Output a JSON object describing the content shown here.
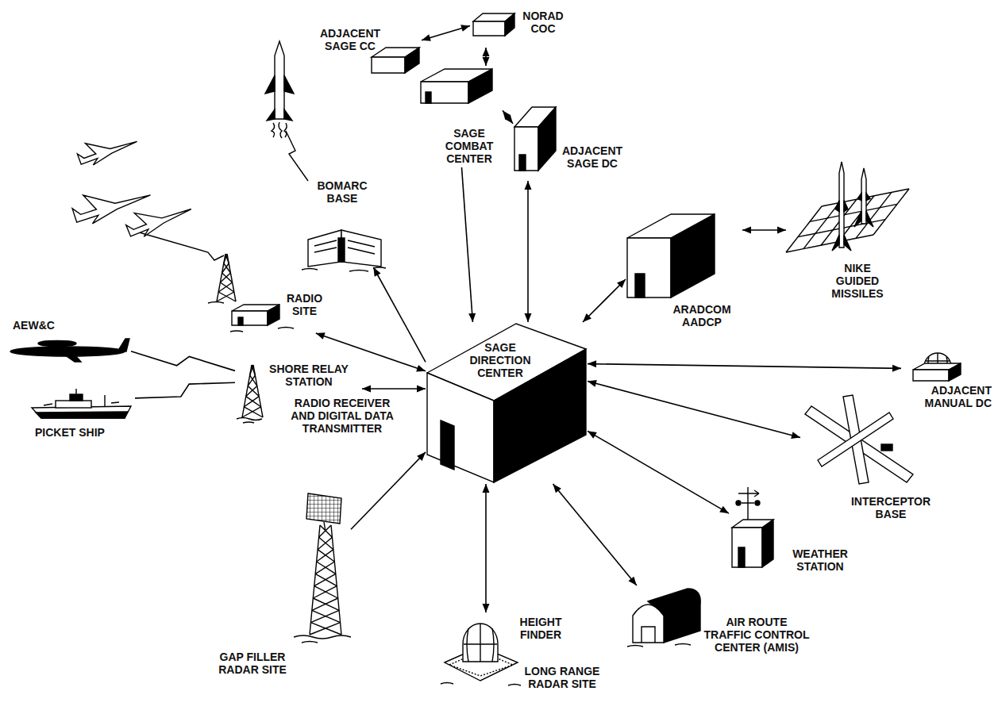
{
  "diagram": {
    "nodes": [
      {
        "text": [
          "NORAD COC"
        ]
      },
      {
        "text": [
          "ADJACENT SAGE CC"
        ]
      },
      {
        "text": [
          "SAGE COMBAT CENTER"
        ]
      },
      {
        "text": [
          "ADJACENT SAGE DC"
        ]
      },
      {
        "text": [
          "BOMARC BASE"
        ]
      },
      {
        "text": [
          "RADIO SITE"
        ]
      },
      {
        "text": [
          "ARADCOM AADCP"
        ]
      },
      {
        "text": [
          "NIKE GUIDED MISSILES"
        ]
      },
      {
        "text": [
          "SAGE DIRECTION CENTER"
        ]
      },
      {
        "text": [
          "AEW&C"
        ]
      },
      {
        "text": [
          "SHORE RELAY STATION",
          "RADIO RECEIVER AND DIGITAL DATA TRANSMITTER"
        ]
      },
      {
        "text": [
          "PICKET SHIP"
        ]
      },
      {
        "text": [
          "ADJACENT MANUAL DC"
        ]
      },
      {
        "text": [
          "INTERCEPTOR BASE"
        ]
      },
      {
        "text": [
          "WEATHER STATION"
        ]
      },
      {
        "text": [
          "GAP FILLER RADAR SITE"
        ]
      },
      {
        "text": [
          "HEIGHT FINDER",
          "LONG RANGE RADAR SITE"
        ]
      },
      {
        "text": [
          "AIR ROUTE TRAFFIC CONTROL CENTER (AMIS)"
        ]
      }
    ],
    "edges": [
      {
        "from": 1,
        "to": 0,
        "arrow": "both"
      },
      {
        "from": 0,
        "to": 2,
        "arrow": "both"
      },
      {
        "from": 2,
        "to": 3,
        "arrow": "both"
      },
      {
        "from": 2,
        "to": 8,
        "arrow": "to"
      },
      {
        "from": 3,
        "to": 8,
        "arrow": "both"
      },
      {
        "from": 8,
        "to": 4,
        "arrow": "to"
      },
      {
        "from": 5,
        "to": 8,
        "arrow": "both"
      },
      {
        "from": 10,
        "to": 8,
        "arrow": "both"
      },
      {
        "from": 9,
        "to": 10,
        "arrow": "none"
      },
      {
        "from": 11,
        "to": 10,
        "arrow": "none"
      },
      {
        "from": 8,
        "to": 6,
        "arrow": "both"
      },
      {
        "from": 6,
        "to": 7,
        "arrow": "both"
      },
      {
        "from": 8,
        "to": 12,
        "arrow": "both"
      },
      {
        "from": 8,
        "to": 13,
        "arrow": "both"
      },
      {
        "from": 8,
        "to": 14,
        "arrow": "both"
      },
      {
        "from": 8,
        "to": 17,
        "arrow": "both"
      },
      {
        "from": 8,
        "to": 16,
        "arrow": "both"
      },
      {
        "from": 15,
        "to": 8,
        "arrow": "to"
      }
    ]
  }
}
